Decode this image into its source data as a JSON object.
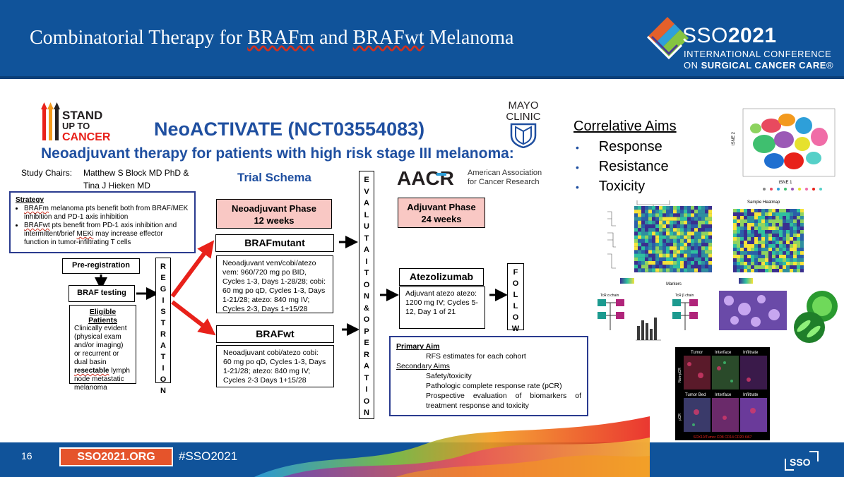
{
  "header": {
    "title_prefix": "Combinatorial Therapy for ",
    "title_term1": "BRAFm",
    "title_mid": " and ",
    "title_term2": "BRAFwt",
    "title_suffix": " Melanoma",
    "brand_year_prefix": "SSO",
    "brand_year": "2021",
    "brand_line1": "INTERNATIONAL CONFERENCE",
    "brand_line2_prefix": "ON ",
    "brand_line2_bold": "SURGICAL CANCER CARE",
    "brand_line2_suffix": "®"
  },
  "logos": {
    "su2c": [
      "STAND",
      "UP TO",
      "CANCER"
    ],
    "mayo": [
      "MAYO",
      "CLINIC"
    ],
    "aacr_mark": "AACR",
    "aacr_text_line1": "American Association",
    "aacr_text_line2": "for Cancer Research"
  },
  "trial": {
    "title": "NeoACTIVATE (NCT03554083)",
    "subtitle": "Neoadjuvant therapy for patients with high risk stage III melanoma:",
    "chairs_label": "Study Chairs:",
    "chair1": "Matthew S Block MD PhD &",
    "chair2": "Tina J Hieken MD",
    "schema_label": "Trial Schema"
  },
  "strategy": {
    "heading": "Strategy",
    "item1_term": "BRAFm",
    "item1_rest": " melanoma pts benefit both from BRAF/MEK inhibition and PD-1 axis inhibition",
    "item2_term": "BRAFwt",
    "item2_rest": " pts benefit from PD-1 axis inhibition and intermittent/brief ",
    "item2_term2": "MEKi",
    "item2_rest2": " may increase effector function in tumor-infiltrating T cells"
  },
  "flow": {
    "prereg": "Pre-registration",
    "braf_testing": "BRAF testing",
    "eligible_heading": "Eligible Patients",
    "eligible_text_a": "Clinically evident (physical exam and/or imaging) or recurrent or dual basin ",
    "eligible_term": "resectable",
    "eligible_text_b": " lymph node metastatic melanoma",
    "registration": [
      "R",
      "E",
      "G",
      "I",
      "S",
      "T",
      "R",
      "A",
      "T",
      "I",
      "O",
      "N"
    ],
    "evaluation": [
      "E",
      "V",
      "A",
      "L",
      "U",
      "T",
      "A",
      "I",
      "T",
      "O",
      "N",
      "&",
      "O",
      "P",
      "E",
      "R",
      "A",
      "T",
      "I",
      "O",
      "N"
    ],
    "followup": [
      "F",
      "O",
      "L",
      "L",
      "O",
      "W"
    ],
    "neoadj_phase_line1": "Neoadjuvant Phase",
    "neoadj_phase_line2": "12 weeks",
    "adj_phase_line1": "Adjuvant Phase",
    "adj_phase_line2": "24 weeks",
    "brafmutant": "BRAFmutant",
    "brafmutant_detail": "Neoadjuvant vem/cobi/atezo vem: 960/720 mg po BID, Cycles 1-3, Days 1-28/28; cobi: 60 mg po qD, Cycles 1-3, Days 1-21/28; atezo: 840 mg IV; Cycles 2-3, Days 1+15/28",
    "brafwt": "BRAFwt",
    "brafwt_detail": "Neoadjuvant cobi/atezo cobi: 60 mg po qD, Cycles 1-3, Days 1-21/28; atezo: 840 mg IV; Cycles 2-3 Days 1+15/28",
    "atezo": "Atezolizumab",
    "atezo_detail": "Adjuvant atezo atezo: 1200 mg IV; Cycles 5-12, Day 1 of 21"
  },
  "aims": {
    "primary_heading": "Primary Aim",
    "primary_1": "RFS estimates  for each cohort",
    "secondary_heading": "Secondary Aims",
    "secondary_1": "Safety/toxicity",
    "secondary_2": "Pathologic complete response rate (pCR)",
    "secondary_3": "Prospective evaluation of biomarkers of treatment response and toxicity"
  },
  "correlative": {
    "title": "Correlative Aims",
    "items": [
      "Response",
      "Resistance",
      "Toxicity"
    ]
  },
  "figures": {
    "tsne_axis_x": "tSNE 1",
    "tsne_axis_y": "tSNE 2",
    "heatmap_title": "Sample Heatmap",
    "heatmap_markers": "Markers",
    "tcr_alpha": "TcR α chain",
    "tcr_beta": "TcR β chain",
    "micro_labels": [
      "Tumor",
      "Interface",
      "Infiltrate",
      "Tumor Bed",
      "Interface",
      "Infiltrate"
    ],
    "micro_side": [
      "Non-pCR",
      "pCR"
    ],
    "micro_legend": "SOX10/Tumor CD8 CD14 CD20 Ki67"
  },
  "footer": {
    "page_number": "16",
    "url": "SSO2021.ORG",
    "hashtag": "#SSO2021",
    "logo": "SSO"
  },
  "colors": {
    "header_blue": "#10539a",
    "trial_blue": "#1f4fa0",
    "phase_pink": "#f9c8c4",
    "footer_orange": "#e5542b",
    "arrow_red": "#e8211a"
  }
}
